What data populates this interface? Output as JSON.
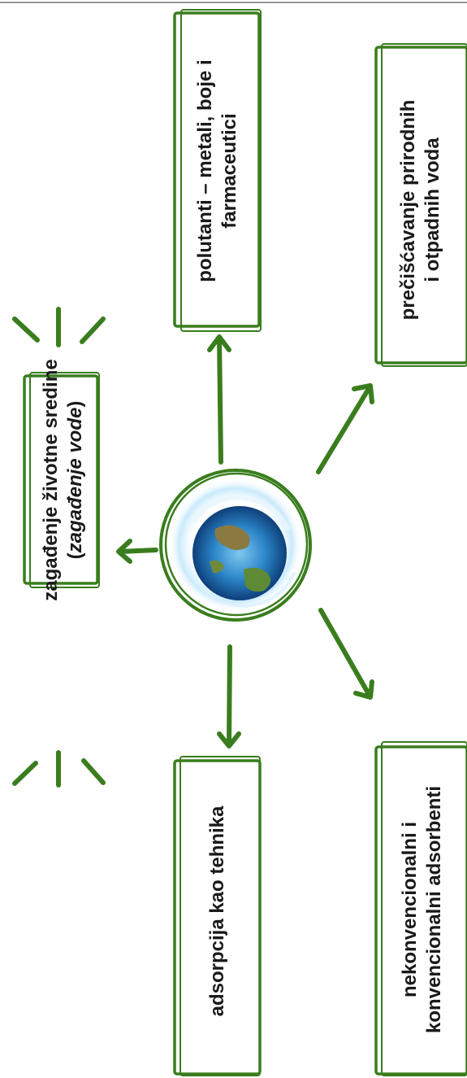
{
  "nodes": {
    "center": {
      "icon": "globe-water-icon"
    },
    "pollution": {
      "line1": "zagađenje životne sredine",
      "line2_open": "(",
      "line2_italic": "zagađenje vode",
      "line2_close": ")"
    },
    "pollutants": {
      "line1": "polutanti – metali, boje i",
      "line2": "farmaceutici"
    },
    "purification": {
      "line1": "prečišćavanje prirodnih",
      "line2": "i otpadnih voda"
    },
    "adsorption": {
      "line1": "adsorpcija kao tehnika"
    },
    "adsorbents": {
      "line1": "nekonvencionalni i",
      "line2": "konvencionalni adsorbenti"
    }
  },
  "colors": {
    "stroke": "#3a7d1e",
    "text": "#1a1a1a",
    "ocean": "#1f6fb5",
    "land": "#7a8a3a"
  }
}
